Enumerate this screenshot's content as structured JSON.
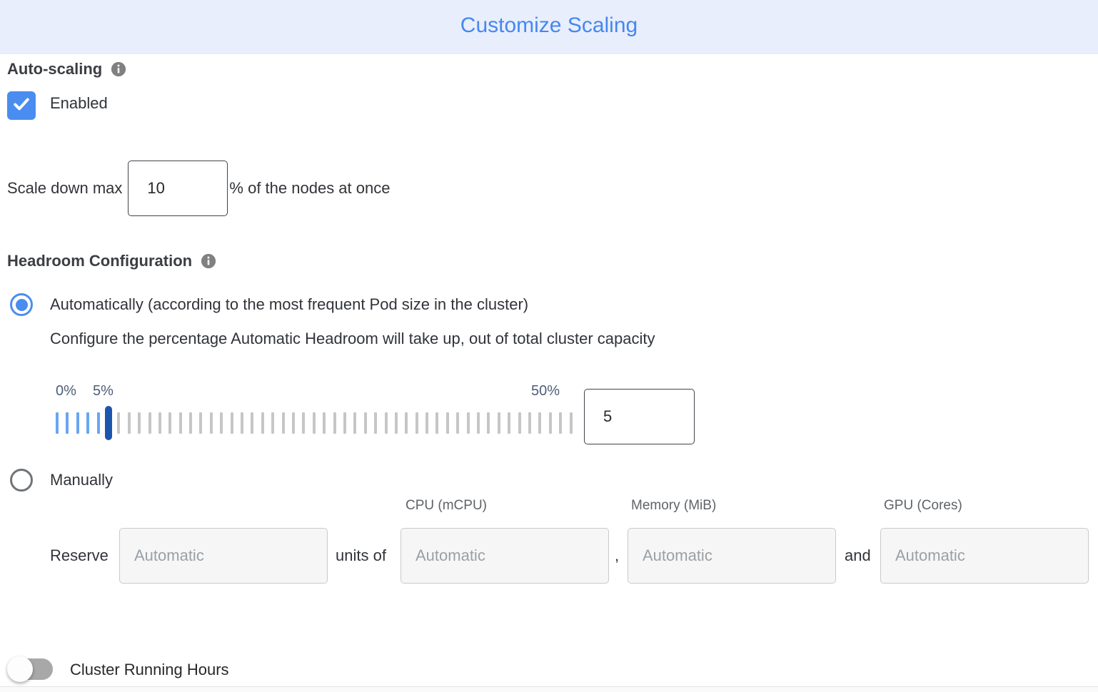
{
  "header": {
    "title": "Customize Scaling"
  },
  "auto_scaling": {
    "section_label": "Auto-scaling",
    "enabled_checkbox": {
      "label": "Enabled",
      "checked": true
    },
    "scale_down": {
      "prefix_label": "Scale down max",
      "value": "10",
      "suffix_label": "% of the nodes at once"
    }
  },
  "headroom": {
    "section_label": "Headroom Configuration",
    "automatic_option": {
      "label": "Automatically (according to the most frequent Pod size in the cluster)",
      "selected": true
    },
    "automatic_description": "Configure the percentage Automatic Headroom will take up, out of total cluster capacity",
    "slider": {
      "min_label": "0%",
      "current_label": "5%",
      "max_label": "50%",
      "value": "5",
      "ticks_total": 51,
      "ticks_highlighted": 6,
      "thumb_index": 5
    },
    "manual_option": {
      "label": "Manually",
      "selected": false
    },
    "manual_columns": {
      "cpu": "CPU (mCPU)",
      "memory": "Memory (MiB)",
      "gpu": "GPU (Cores)"
    },
    "reserve_row": {
      "reserve_label": "Reserve",
      "units_label": "units of",
      "comma_separator": ",",
      "and_separator": "and",
      "count_placeholder": "Automatic",
      "cpu_placeholder": "Automatic",
      "memory_placeholder": "Automatic",
      "gpu_placeholder": "Automatic"
    }
  },
  "cluster_running_hours": {
    "label": "Cluster Running Hours",
    "enabled": false
  },
  "colors": {
    "header_bg": "#e8eefb",
    "title_blue": "#4687f0",
    "checkbox_blue": "#4a8df0",
    "radio_blue": "#4a8df0",
    "tick_blue": "#6aa5f2",
    "tick_gray": "#c6c6c6",
    "thumb_blue": "#1c55ae",
    "slider_label_color": "#4e5d78",
    "placeholder_gray": "#9aa0a6"
  }
}
